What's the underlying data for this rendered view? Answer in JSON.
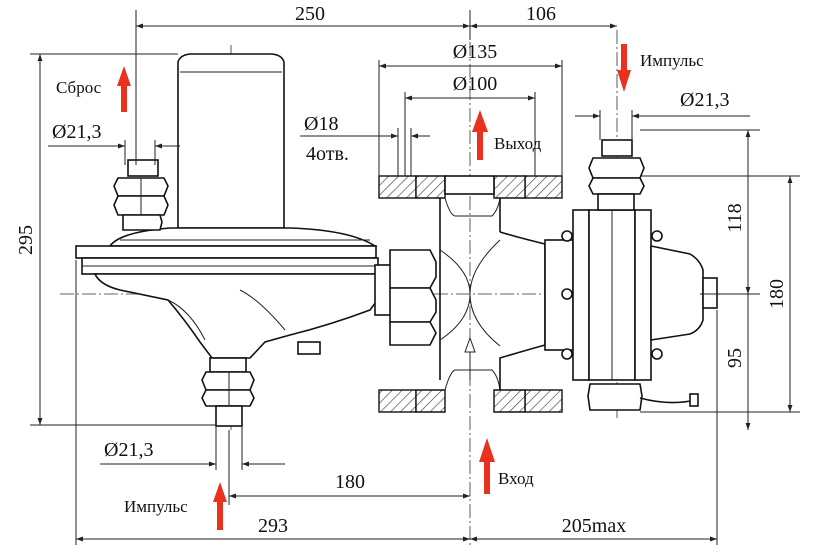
{
  "dimensions": {
    "top_left": "250",
    "top_right": "106",
    "flange_outer": "Ø135",
    "flange_inner": "Ø100",
    "bolt_hole": "Ø18",
    "bolt_count": "4отв.",
    "left_pipe": "Ø21,3",
    "right_pipe": "Ø21,3",
    "bottom_pipe": "Ø21,3",
    "height_total": "295",
    "right_118": "118",
    "right_95": "95",
    "right_180": "180",
    "bottom_180": "180",
    "bottom_293": "293",
    "bottom_205": "205max"
  },
  "labels": {
    "reset": "Сброс",
    "impulse_top": "Импульс",
    "output": "Выход",
    "input": "Вход",
    "impulse_bottom": "Импульс"
  },
  "colors": {
    "arrow": "#e8321e",
    "line": "#222222",
    "hatch": "#444444"
  }
}
